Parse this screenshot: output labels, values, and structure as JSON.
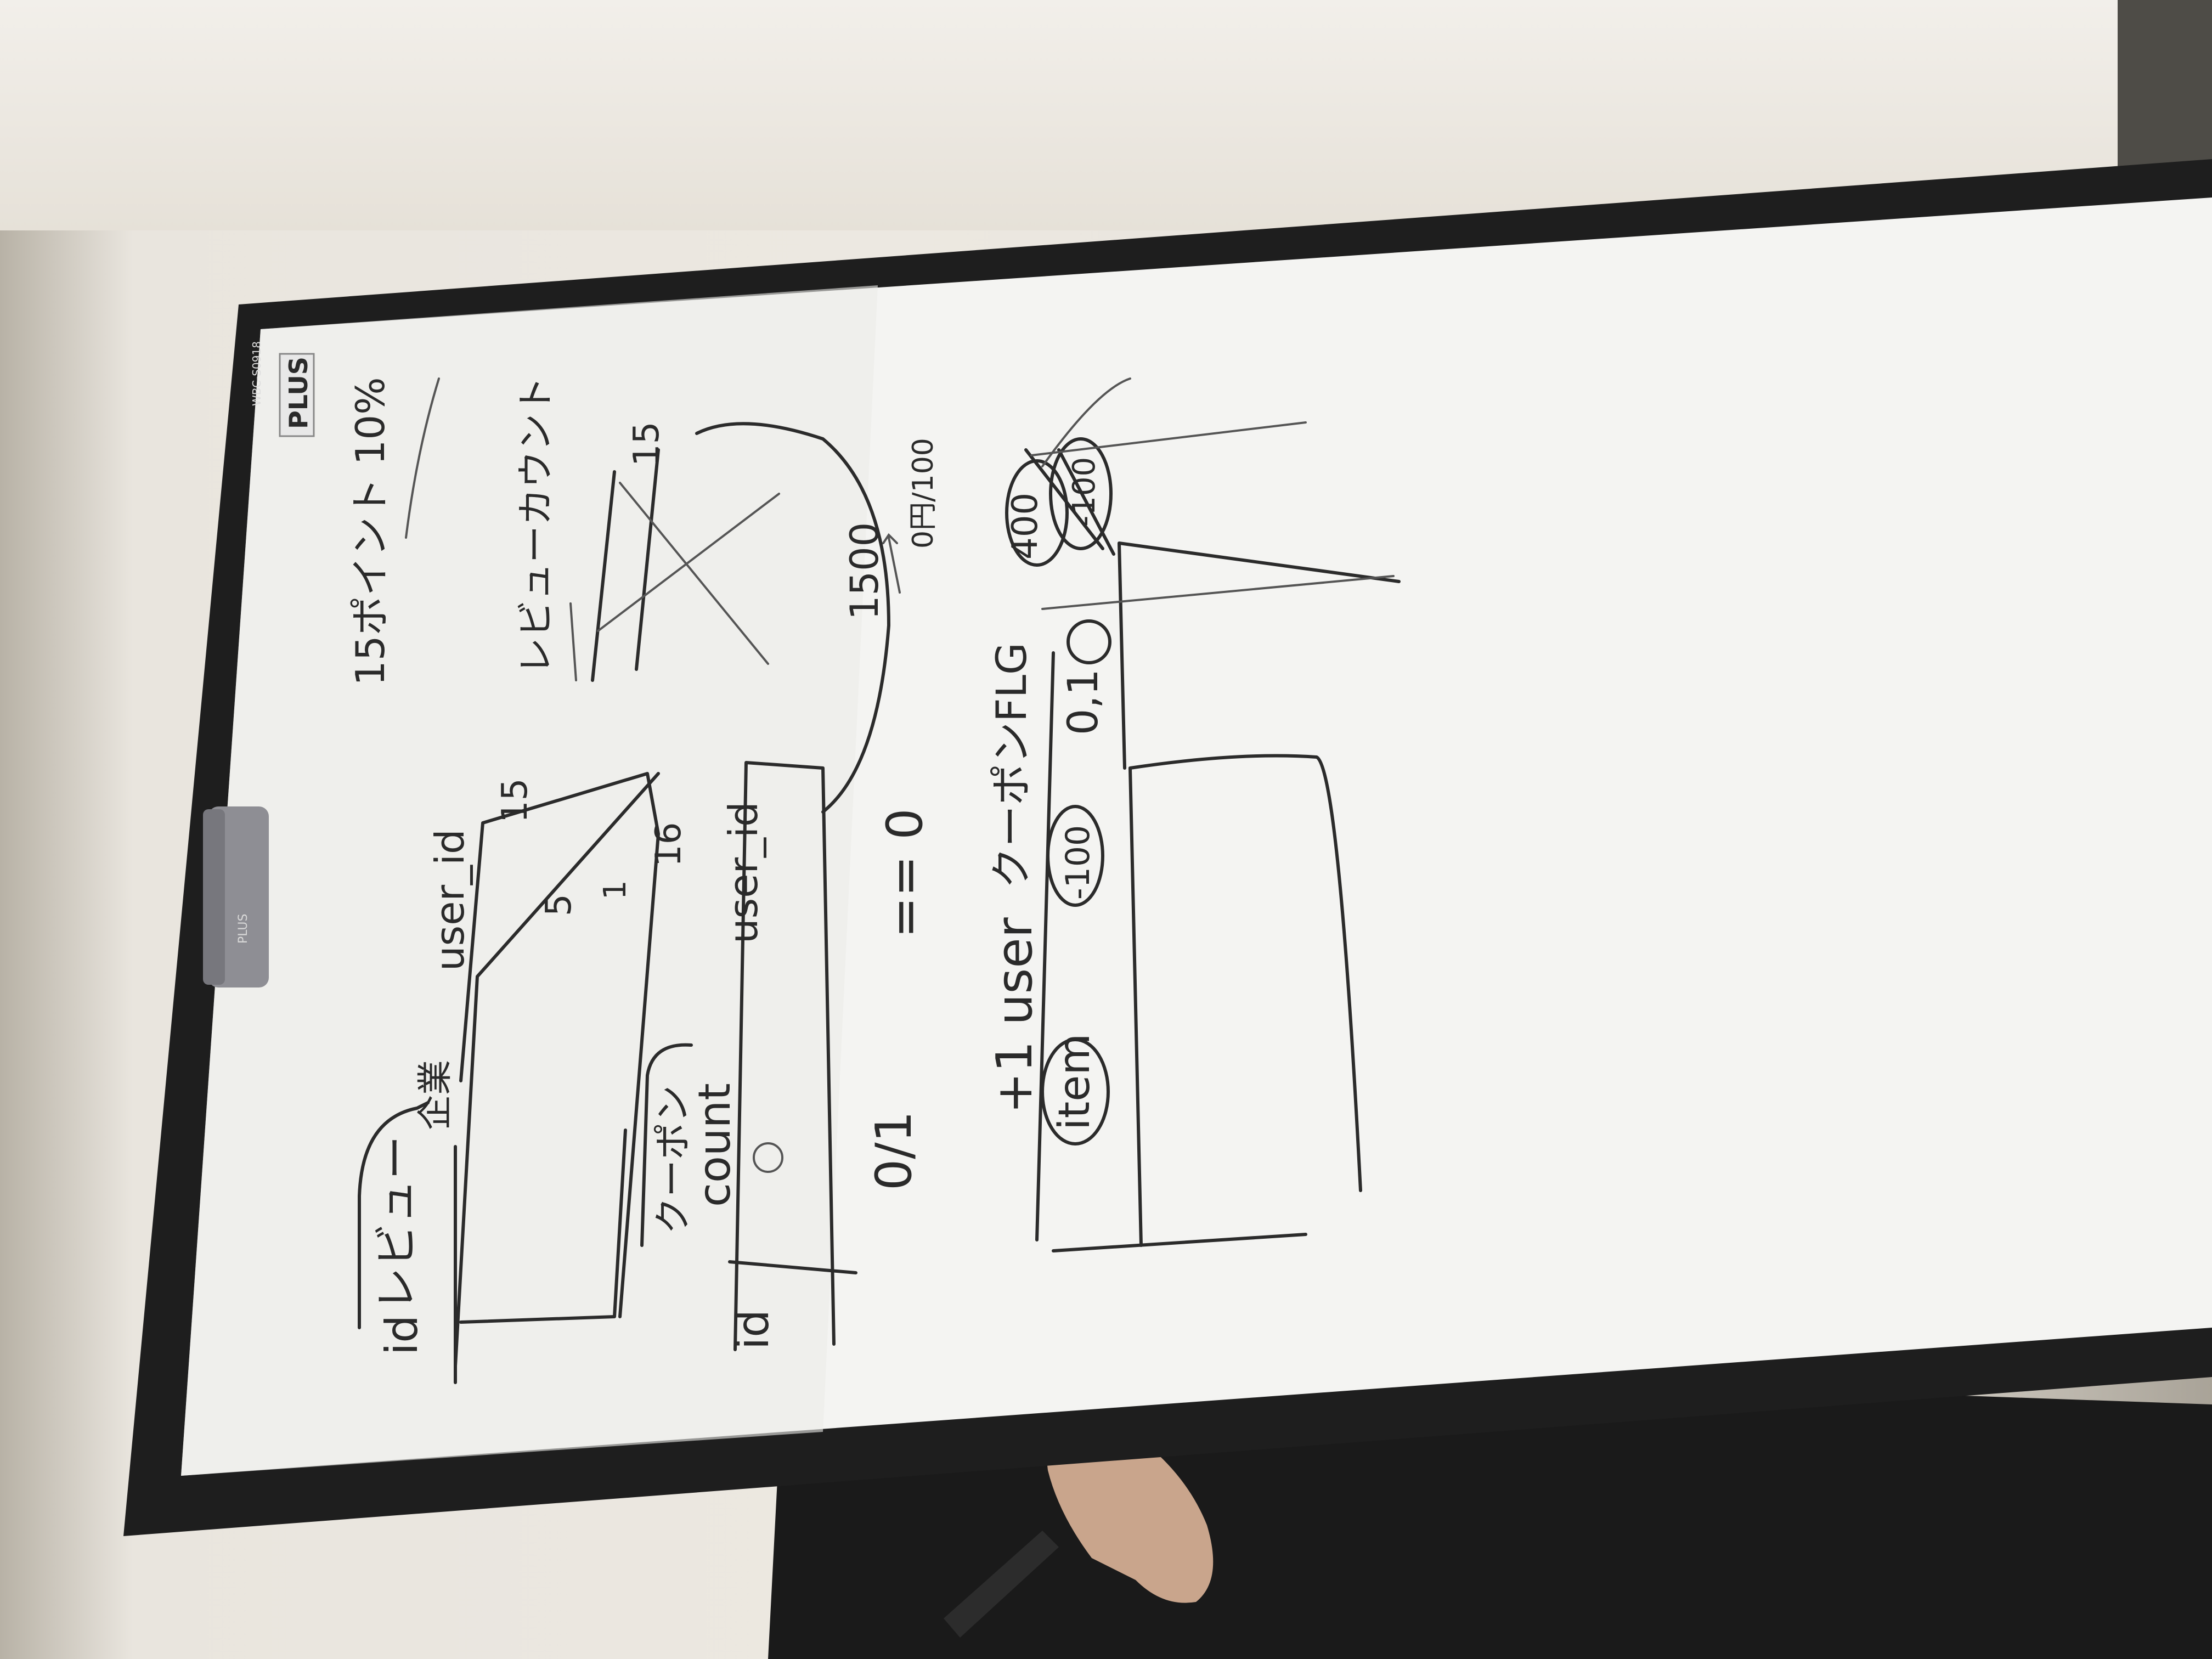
{
  "whiteboard": {
    "brand": "PLUS",
    "model": "WBC-S0918",
    "eraser_text": "PLUS"
  },
  "notes": {
    "review": "レビュー",
    "id_top": "id",
    "company": "企業",
    "user_id_top": "user_id",
    "range_15": "15",
    "range_5": "5",
    "range_1": "1",
    "num_16": "16",
    "coupon": "クーポン",
    "count": "count",
    "id_bottom": "id",
    "user_id_bottom": "user_id",
    "zero_or_one": "0/1",
    "equals_zero": "== 0",
    "plus_one_user": "+1 user",
    "item": "item",
    "coupon_flag": "クーポンFLG",
    "zero_one": "0,1",
    "minus_100_left": "-100",
    "minus_100_right": "-100",
    "val_400": "400",
    "val_1500": "1500",
    "range_0_100": "0円/100",
    "review_count": "レビューカウント",
    "num_15_right": "15",
    "points_15": "15ポイント 10%"
  }
}
